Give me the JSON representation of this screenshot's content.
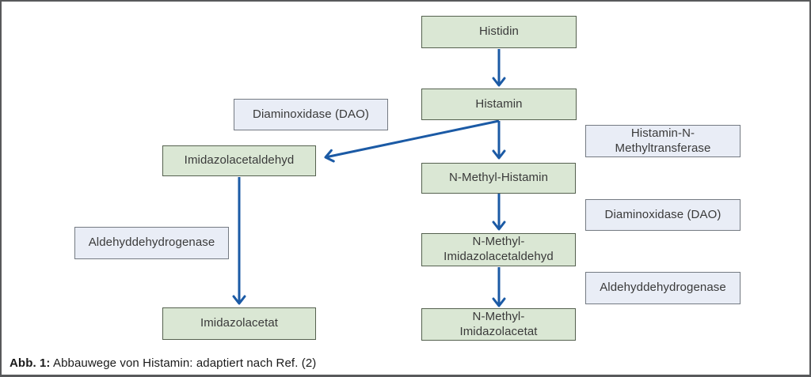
{
  "caption": {
    "prefix": "Abb. 1:",
    "text": "Abbauwege von Histamin: adaptiert nach Ref. (2)"
  },
  "nodes": {
    "histidin": "Histidin",
    "histamin": "Histamin",
    "n_methyl_histamin": "N-Methyl-Histamin",
    "n_methyl_imidazolacetaldehyd": [
      "N-Methyl-",
      "Imidazolacetaldehyd"
    ],
    "n_methyl_imidazolacetat": [
      "N-Methyl-",
      "Imidazolacetat"
    ],
    "imidazolacetaldehyd": "Imidazolacetaldehyd",
    "imidazolacetat": "Imidazolacetat"
  },
  "enzymes": {
    "dao_left": "Diaminoxidase (DAO)",
    "hnmt": [
      "Histamin-N-",
      "Methyltransferase"
    ],
    "dao_right": "Diaminoxidase (DAO)",
    "aldh_left": "Aldehyddehydrogenase",
    "aldh_right": "Aldehyddehydrogenase"
  },
  "colors": {
    "background": "#ffffff",
    "frame": "#58595b",
    "substance_fill": "#dae7d4",
    "substance_border": "#55614f",
    "enzyme_fill": "#e9edf6",
    "enzyme_border": "#747a82",
    "arrow": "#1b5aa5",
    "box_text": "#3a3a3a",
    "caption_text": "#1a1a1a"
  }
}
